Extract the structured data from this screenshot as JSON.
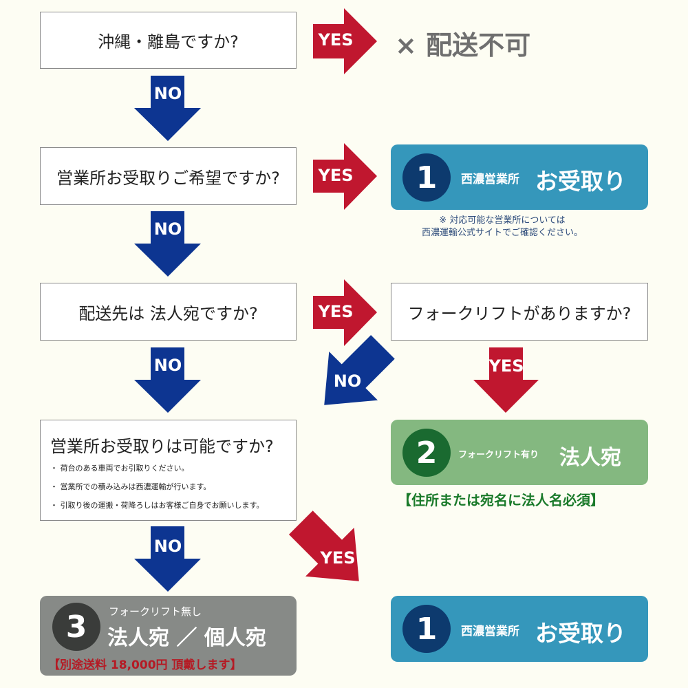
{
  "colors": {
    "background": "#fdfdf3",
    "yes_arrow": "#c0172f",
    "no_arrow": "#0d3591",
    "result1": "#3597bb",
    "result2": "#84b880",
    "result3": "#878a87",
    "circle1": "#0d3a6e",
    "circle2": "#1a6a30",
    "circle3": "#3a3c3a",
    "note_red": "#c0172f",
    "note_green": "#1a7a2a"
  },
  "questions": {
    "q1": "沖縄・離島ですか?",
    "q2": "営業所お受取りご希望ですか?",
    "q3": "配送先は 法人宛ですか?",
    "q4": "営業所お受取りは可能ですか?",
    "q4_notes": [
      "・ 荷台のある車両でお引取りください。",
      "・ 営業所での積み込みは西濃運輸が行います。",
      "・ 引取り後の運搬・荷降ろしはお客様ご自身でお願いします。"
    ],
    "q5": "フォークリフトがありますか?"
  },
  "labels": {
    "yes": "YES",
    "no": "NO"
  },
  "not_available": "× 配送不可",
  "result1": {
    "number": "1",
    "prefix": "西濃営業所",
    "title": "お受取り",
    "note": [
      "※ 対応可能な営業所については",
      "西濃運輸公式サイトでご確認ください。"
    ]
  },
  "result2": {
    "number": "2",
    "prefix": "フォークリフト有り",
    "title": "法人宛",
    "note": "【住所または宛名に法人名必須】"
  },
  "result3": {
    "number": "3",
    "prefix": "フォークリフト無し",
    "title": "法人宛 ／ 個人宛",
    "note": "【別途送料 18,000円 頂戴します】"
  }
}
